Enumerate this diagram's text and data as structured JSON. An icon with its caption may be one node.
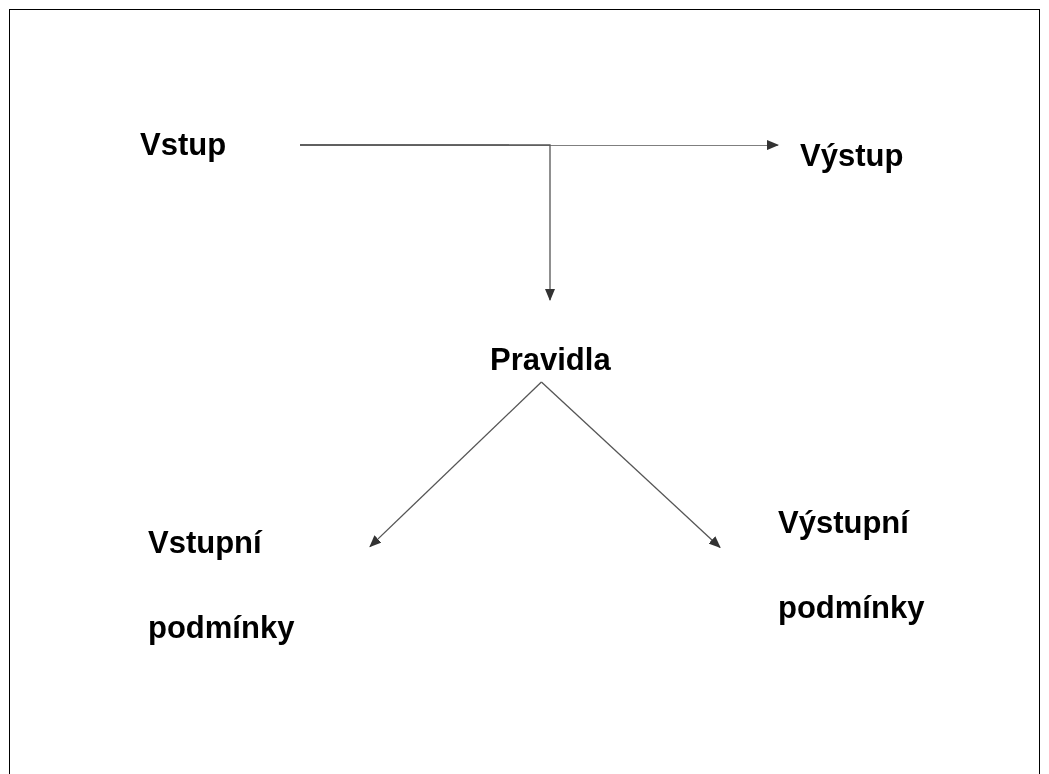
{
  "diagram": {
    "nodes": [
      {
        "text": [
          "Vstup"
        ]
      },
      {
        "text": [
          "Výstup"
        ]
      },
      {
        "text": [
          "Pravidla"
        ]
      },
      {
        "text": [
          "Vstupní podmínky"
        ]
      },
      {
        "text": [
          "Výstupní podmínky"
        ]
      }
    ],
    "edges": [
      {
        "from": 0,
        "to": 1,
        "arrow": "to"
      },
      {
        "from": 0,
        "to": 2,
        "arrow": "to"
      },
      {
        "from": 2,
        "to": 3,
        "arrow": "to"
      },
      {
        "from": 2,
        "to": 4,
        "arrow": "to"
      }
    ]
  }
}
